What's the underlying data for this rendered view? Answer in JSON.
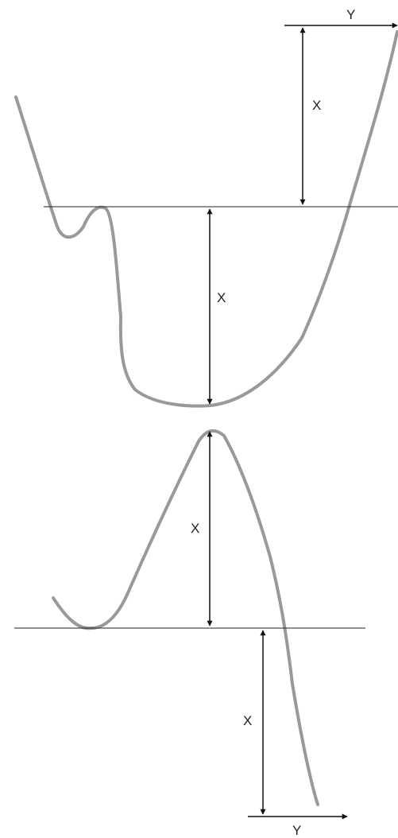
{
  "labels": {
    "x1": "X",
    "x2": "X",
    "x3": "X",
    "x4": "X",
    "y1": "Y",
    "y2": "Y"
  },
  "colors": {
    "curve": "#999999",
    "ink": "#111111",
    "reference_line": "#222222"
  }
}
